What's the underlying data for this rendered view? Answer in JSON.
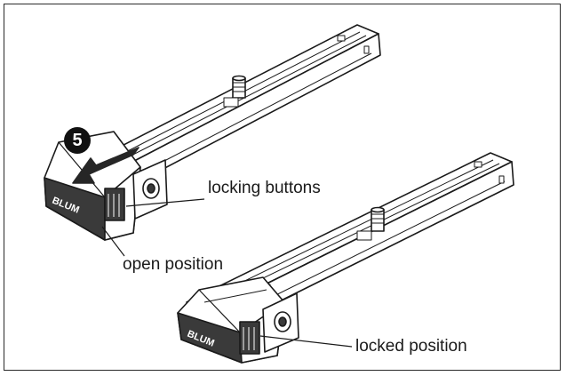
{
  "step_number": "5",
  "labels": {
    "locking_buttons": "locking buttons",
    "open_position": "open position",
    "locked_position": "locked position"
  },
  "brand_mark": "BLUM",
  "colors": {
    "line": "#1a1a1a",
    "fill": "#ffffff",
    "shade": "#3a3a3a",
    "arrow": "#262626"
  }
}
